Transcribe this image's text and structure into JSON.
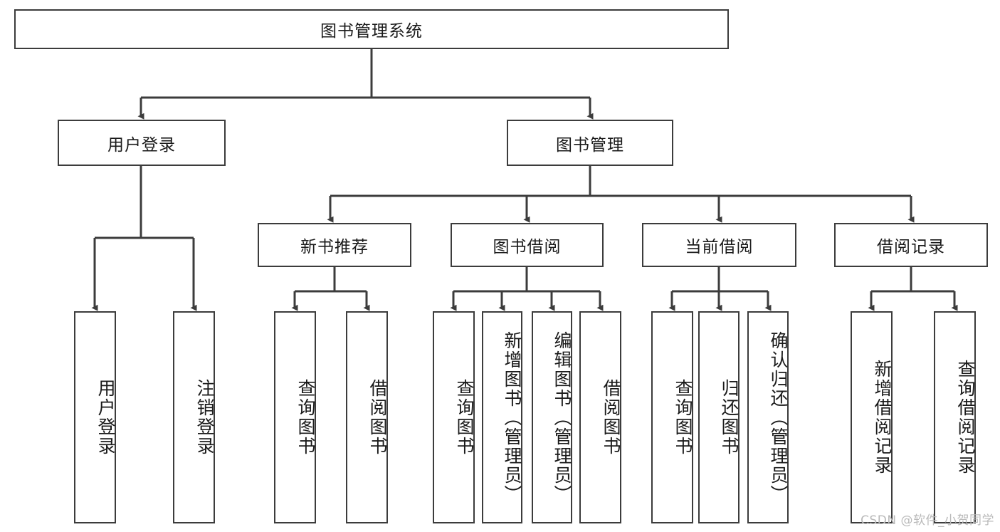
{
  "diagram": {
    "title": "图书管理系统",
    "watermark": "CSDN @软件_小贺同学",
    "colors": {
      "border": "#3c3c3c",
      "background": "#ffffff",
      "text": "#1a1a1a",
      "connector": "#3c3c3c",
      "watermark": "#b9b9b9"
    },
    "type": "tree",
    "levels": 4,
    "root": {
      "label": "图书管理系统",
      "orientation": "horizontal"
    },
    "level2": [
      {
        "label": "用户登录",
        "orientation": "horizontal"
      },
      {
        "label": "图书管理",
        "orientation": "horizontal"
      }
    ],
    "level3": [
      {
        "label": "新书推荐",
        "orientation": "horizontal",
        "parent": "图书管理"
      },
      {
        "label": "图书借阅",
        "orientation": "horizontal",
        "parent": "图书管理"
      },
      {
        "label": "当前借阅",
        "orientation": "horizontal",
        "parent": "图书管理"
      },
      {
        "label": "借阅记录",
        "orientation": "horizontal",
        "parent": "图书管理"
      }
    ],
    "leaves": [
      {
        "label": "用户登录",
        "orientation": "vertical",
        "parent": "用户登录"
      },
      {
        "label": "注销登录",
        "orientation": "vertical",
        "parent": "用户登录"
      },
      {
        "label": "查询图书",
        "orientation": "vertical",
        "parent": "新书推荐"
      },
      {
        "label": "借阅图书",
        "orientation": "vertical",
        "parent": "新书推荐"
      },
      {
        "label": "查询图书",
        "orientation": "vertical",
        "parent": "图书借阅"
      },
      {
        "label": "新增图书（管理员）",
        "orientation": "vertical",
        "parent": "图书借阅"
      },
      {
        "label": "编辑图书（管理员）",
        "orientation": "vertical",
        "parent": "图书借阅"
      },
      {
        "label": "借阅图书",
        "orientation": "vertical",
        "parent": "图书借阅"
      },
      {
        "label": "查询图书",
        "orientation": "vertical",
        "parent": "当前借阅"
      },
      {
        "label": "归还图书",
        "orientation": "vertical",
        "parent": "当前借阅"
      },
      {
        "label": "确认归还（管理员）",
        "orientation": "vertical",
        "parent": "当前借阅"
      },
      {
        "label": "新增借阅记录",
        "orientation": "vertical",
        "parent": "借阅记录"
      },
      {
        "label": "查询借阅记录",
        "orientation": "vertical",
        "parent": "借阅记录"
      }
    ]
  }
}
